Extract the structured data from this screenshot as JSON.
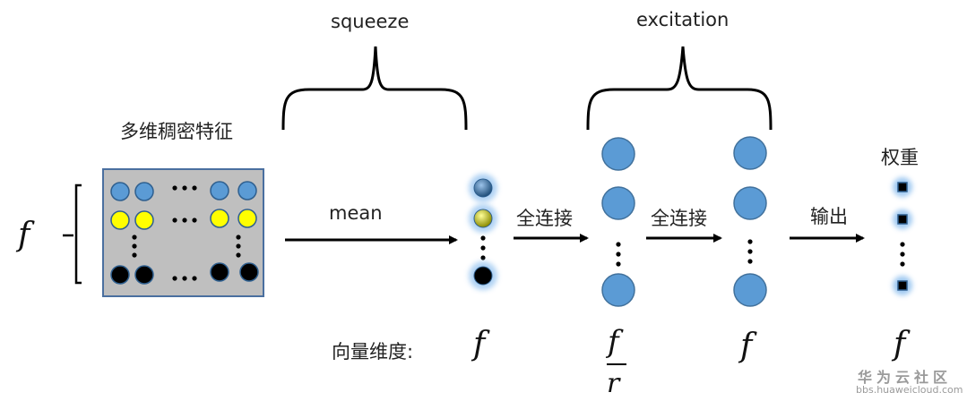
{
  "labels": {
    "squeeze": "squeeze",
    "excitation": "excitation",
    "dense_features": "多维稠密特征",
    "mean": "mean",
    "fc1": "全连接",
    "fc2": "全连接",
    "output": "输出",
    "weights": "权重",
    "vector_dim": "向量维度:"
  },
  "math": {
    "f_left": "f",
    "f_dim1": "f",
    "f_dim2_num": "f",
    "f_dim2_den": "r",
    "f_dim3": "f",
    "f_dim4": "f"
  },
  "watermark": {
    "brand": "华为云社区",
    "url": "bbs.huaweicloud.com"
  },
  "colors": {
    "blue_node": "#5b9bd5",
    "yellow_node": "#ffff00",
    "black_node": "#000000",
    "matrix_bg": "#bfbfbf"
  }
}
